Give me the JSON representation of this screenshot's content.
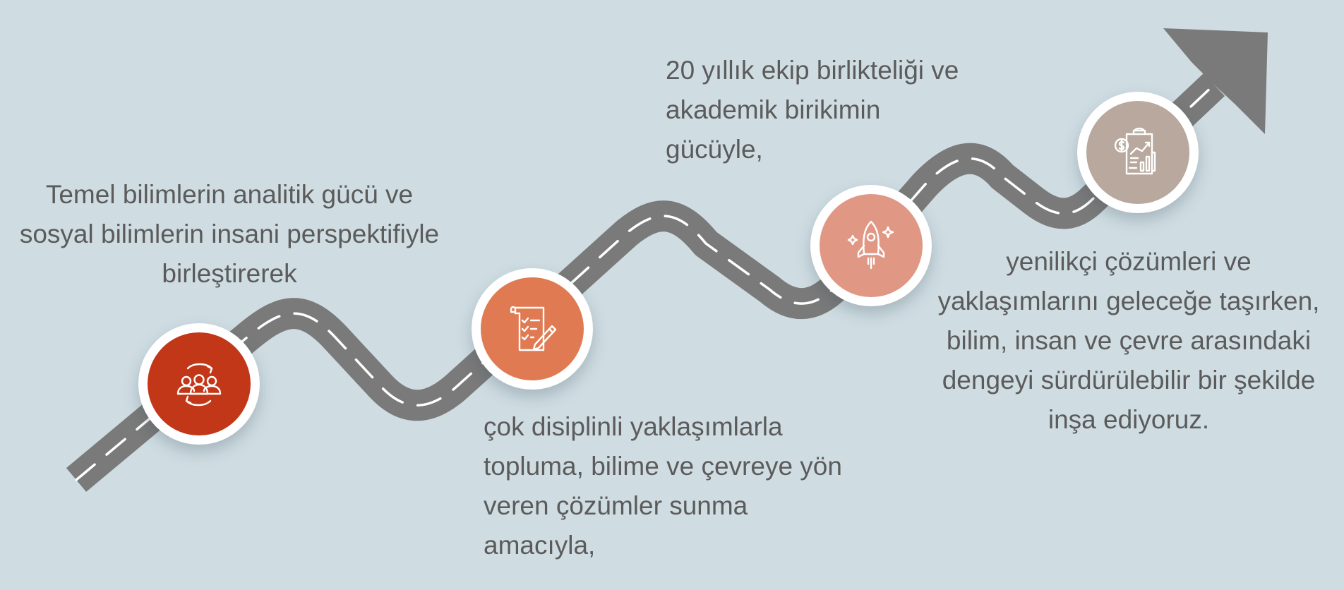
{
  "colors": {
    "background": "#cfdde3",
    "road": "#7a7a7a",
    "road_dash": "#ffffff",
    "text": "#5b5b5b",
    "milestone_1": "#c23718",
    "milestone_2": "#e07a52",
    "milestone_3": "#e09885",
    "milestone_4": "#b8a89d"
  },
  "captions": [
    {
      "lines": [
        "Temel bilimlerin analitik gücü ve",
        "sosyal bilimlerin insani perspektifiyle",
        "birleştirerek"
      ]
    },
    {
      "lines": [
        "çok disiplinli yaklaşımlarla",
        "topluma, bilime ve çevreye yön",
        "veren çözümler sunma",
        "amacıyla,"
      ]
    },
    {
      "lines": [
        "20 yıllık ekip birlikteliği ve",
        "akademik birikimin",
        "gücüyle,"
      ]
    },
    {
      "lines": [
        "yenilikçi çözümleri ve",
        "yaklaşımlarını geleceğe taşırken,",
        "bilim, insan ve çevre arasındaki",
        "dengeyi sürdürülebilir bir şekilde",
        "inşa ediyoruz."
      ]
    }
  ],
  "milestones": [
    {
      "icon": "team-cycle-icon"
    },
    {
      "icon": "checklist-pen-icon"
    },
    {
      "icon": "rocket-icon"
    },
    {
      "icon": "financial-report-icon"
    }
  ]
}
